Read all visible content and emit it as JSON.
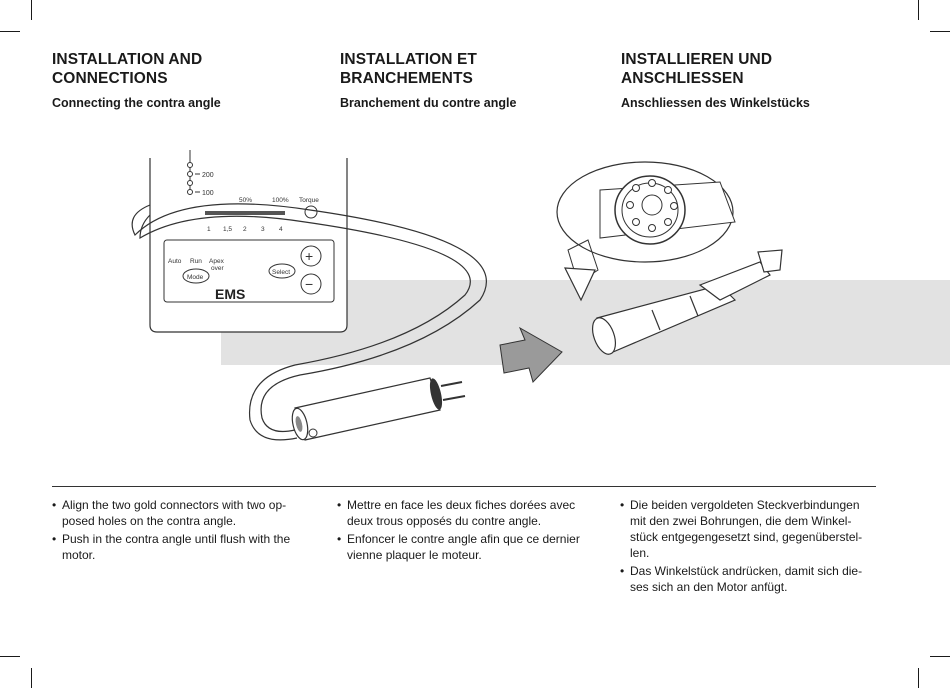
{
  "columns": [
    {
      "title": "INSTALLATION AND CONNECTIONS",
      "subtitle": "Connecting the contra angle",
      "bullets": [
        "Align the two gold connectors with two op-posed holes on the contra angle.",
        "Push in the contra angle until flush with the motor."
      ]
    },
    {
      "title": "INSTALLATION ET BRANCHEMENTS",
      "subtitle": "Branchement du contre angle",
      "bullets": [
        "Mettre en face les deux fiches dorées avec deux trous opposés du contre angle.",
        "Enfoncer le contre angle afin que ce dernier vienne plaquer le moteur."
      ]
    },
    {
      "title": "INSTALLIEREN UND ANSCHLIESSEN",
      "subtitle": "Anschliessen des Winkelstücks",
      "bullets": [
        "Die beiden vergoldeten Steckverbindungen mit den zwei Bohrungen, die dem Winkel-stück entgegengesetzt sind, gegenüberstel-len.",
        "Das Winkelstück andrücken, damit sich die-ses sich an den Motor anfügt."
      ]
    }
  ],
  "device": {
    "scale_top": "200",
    "scale_bottom": "100",
    "pct_50": "50%",
    "pct_100": "100%",
    "torque": "Torque",
    "ticks": [
      "1",
      "1,5",
      "2",
      "3",
      "4"
    ],
    "auto": "Auto",
    "run": "Run",
    "apex": "Apex",
    "over": "over",
    "mode": "Mode",
    "select": "Select",
    "plus": "+",
    "minus": "−",
    "brand": "EMS"
  },
  "colors": {
    "band": "#e2e2e2",
    "arrow": "#9a9a9a"
  }
}
